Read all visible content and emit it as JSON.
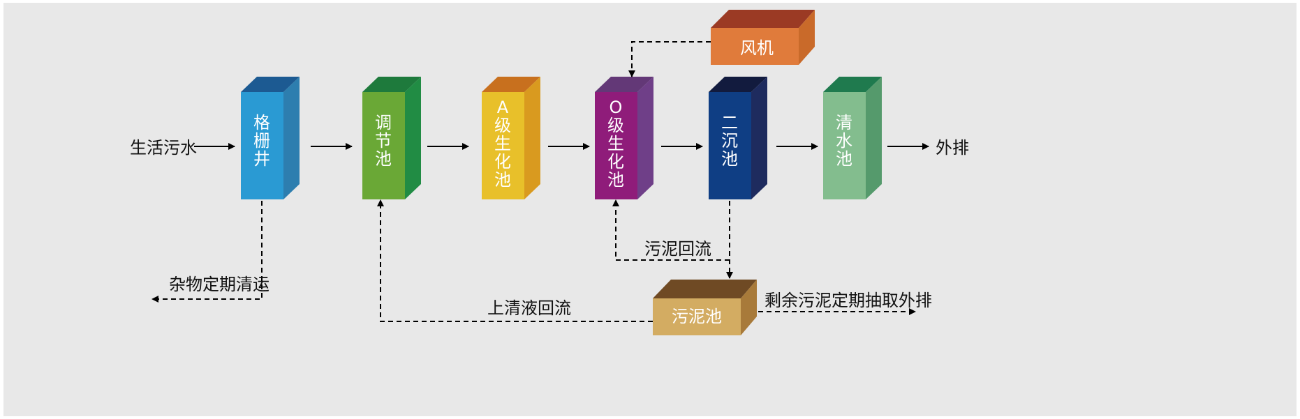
{
  "labels": {
    "input": "生活污水",
    "output": "外排",
    "debris": "杂物定期清运",
    "sludge_return": "污泥回流",
    "supernatant_return": "上清液回流",
    "excess_sludge": "剩余污泥定期抽取外排"
  },
  "boxes": {
    "grille_well": {
      "chars": [
        "格",
        "栅",
        "井"
      ]
    },
    "equalization_tank": {
      "chars": [
        "调",
        "节",
        "池"
      ]
    },
    "a_tank": {
      "chars": [
        "A",
        "级",
        "生",
        "化",
        "池"
      ]
    },
    "o_tank": {
      "chars": [
        "O",
        "级",
        "生",
        "化",
        "池"
      ]
    },
    "secondary_clarifier": {
      "chars": [
        "二",
        "沉",
        "池"
      ]
    },
    "clear_water_tank": {
      "chars": [
        "清",
        "水",
        "池"
      ]
    },
    "blower": {
      "label": "风机"
    },
    "sludge_tank": {
      "label": "污泥池"
    }
  },
  "colors": {
    "grille_well": [
      "#2a9ad3",
      "#1c5a92",
      "#2d7eaf"
    ],
    "equalization_tank": [
      "#6aa836",
      "#1e7a3c",
      "#218c44"
    ],
    "a_tank": [
      "#e8c02a",
      "#c8701e",
      "#d99a1f"
    ],
    "o_tank": [
      "#8f1c7a",
      "#633877",
      "#6f3f88"
    ],
    "secondary_clarifier": [
      "#0f3e84",
      "#121b3e",
      "#1e2b5e"
    ],
    "clear_water_tank": [
      "#83bd8e",
      "#1f7a4e",
      "#559a6c"
    ],
    "blower": [
      "#e07b3b",
      "#9b3a24",
      "#c96a2a"
    ],
    "sludge_tank": [
      "#d3ac62",
      "#6f4a24",
      "#a87a3a"
    ]
  }
}
